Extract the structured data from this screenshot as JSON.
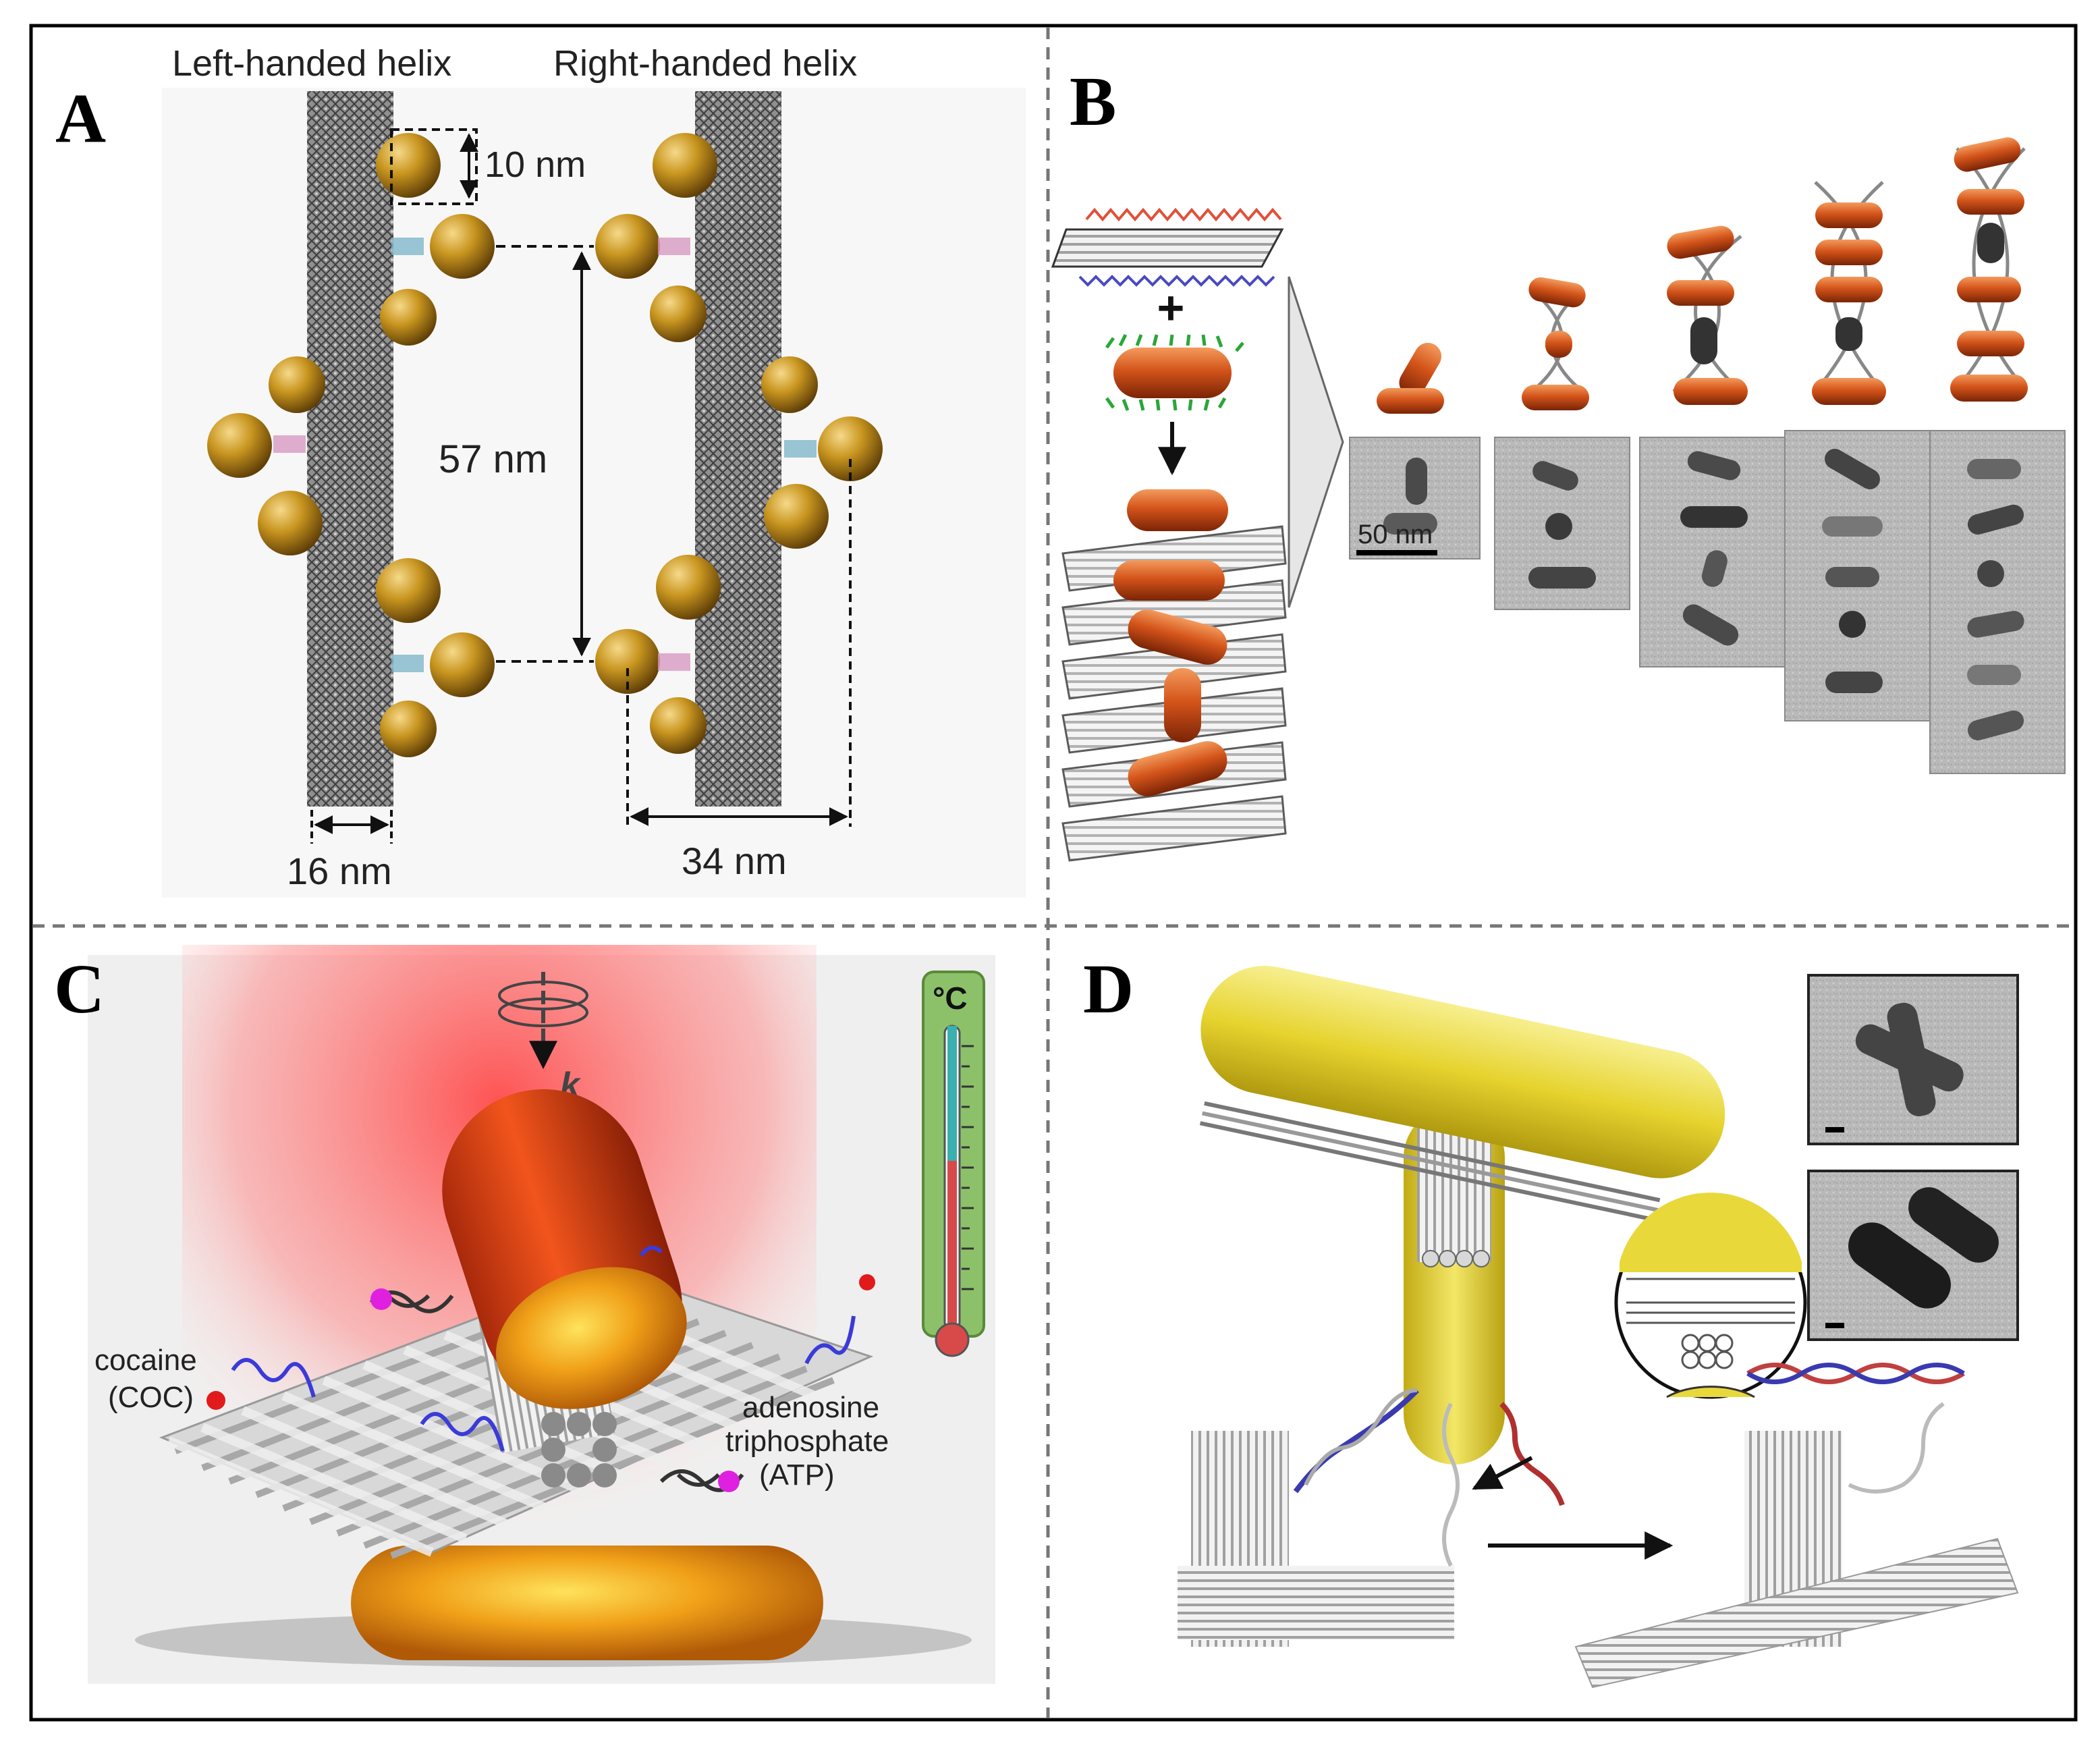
{
  "panels": {
    "a": {
      "letter": "A",
      "left_title": "Left-handed helix",
      "right_title": "Right-handed helix",
      "dim_pitch_small": "10 nm",
      "dim_pitch": "57 nm",
      "dim_left_width": "16 nm",
      "dim_right_width": "34 nm"
    },
    "b": {
      "letter": "B",
      "scale_bar": "50 nm"
    },
    "c": {
      "letter": "C",
      "propagation": "k",
      "thermometer_unit": "°C",
      "cocaine_name": "cocaine",
      "cocaine_abbr": "(COC)",
      "atp_line1": "adenosine",
      "atp_line2": "triphosphate",
      "atp_abbr": "(ATP)"
    },
    "d": {
      "letter": "D"
    }
  },
  "colors": {
    "gold_sphere": "#b88a1e",
    "gold_rod_orange": "#d2561a",
    "gold_rod_yellow": "#e8d63a",
    "cocaine_red": "#e11b1b",
    "atp_magenta": "#e020e0",
    "aptamer_blue": "#3b3bd9",
    "light_red": "#ff6a6a"
  },
  "icons": [
    "rotation-arrow-icon",
    "thermometer-icon",
    "magnifier-inset-icon"
  ]
}
